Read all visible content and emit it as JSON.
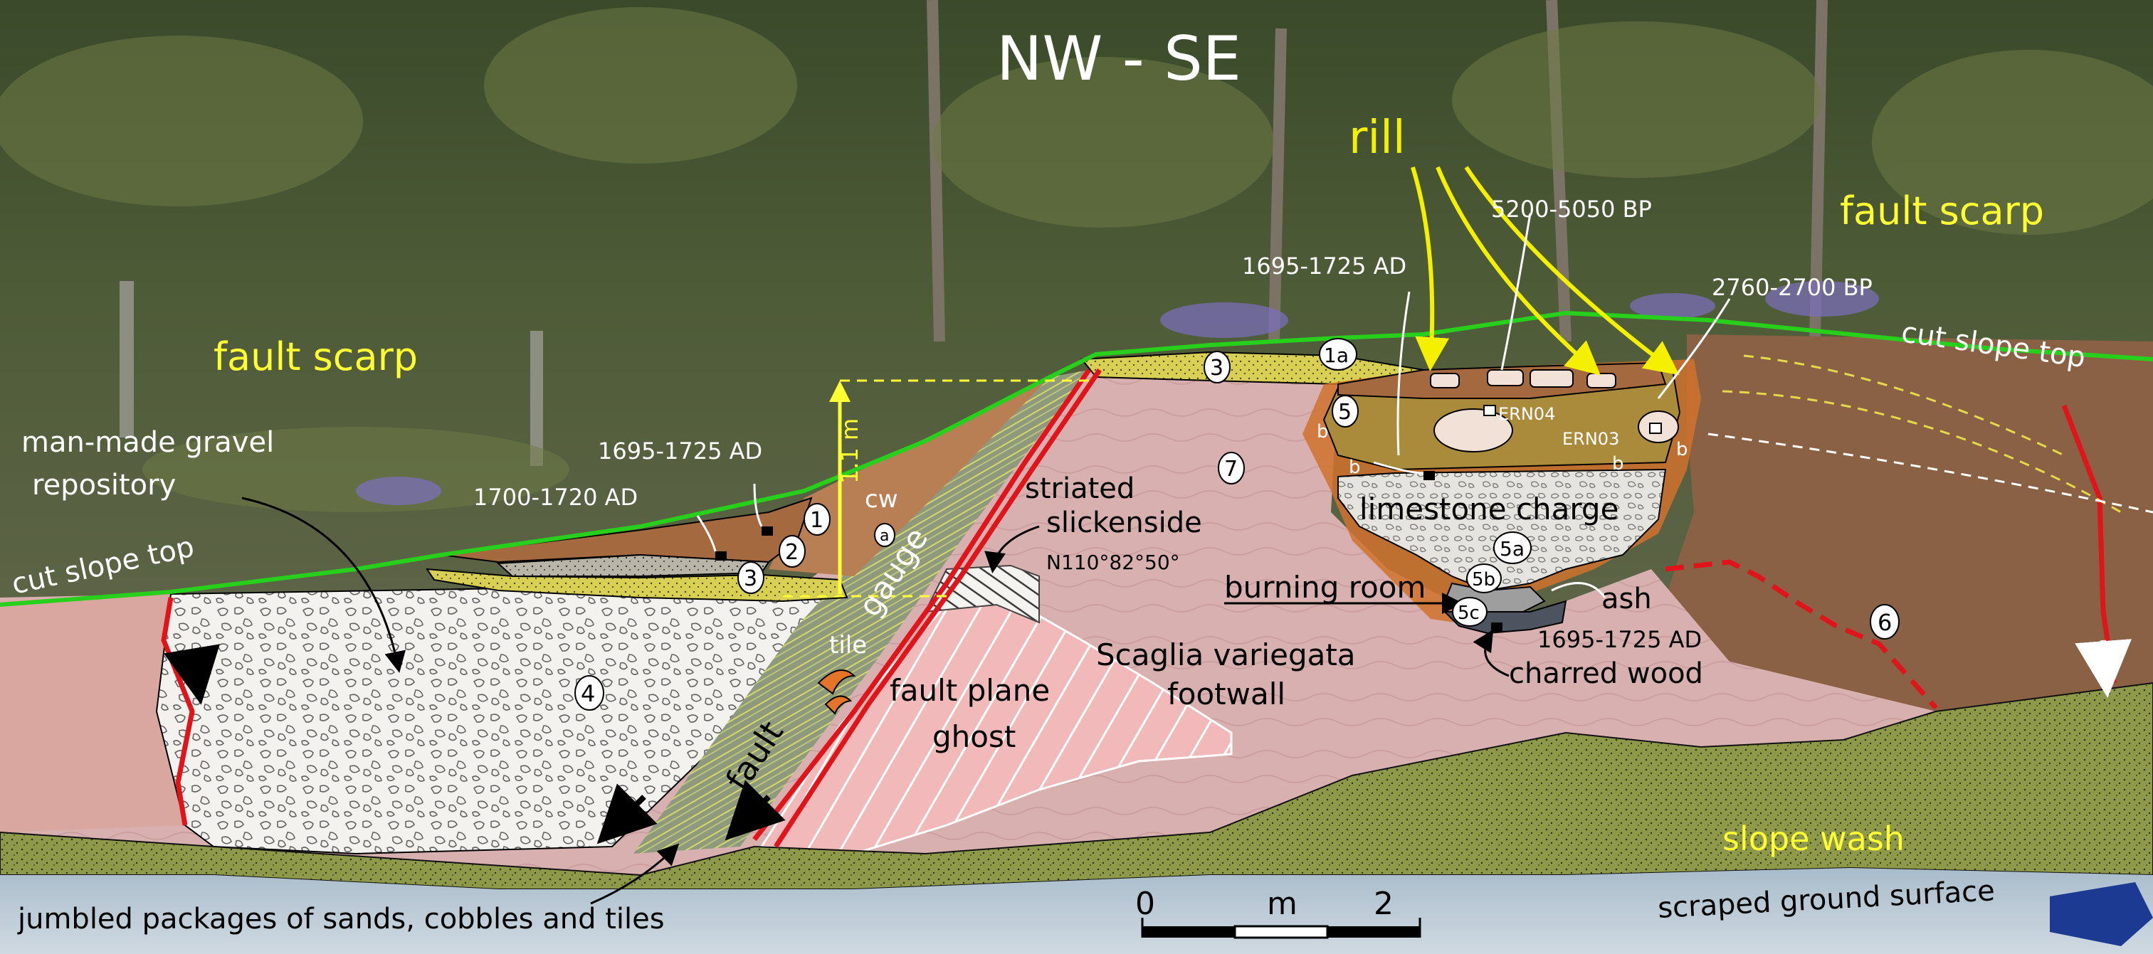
{
  "header": {
    "title": "NW - SE"
  },
  "labels": {
    "rill": "rill",
    "fault_scarp_left": "fault scarp",
    "fault_scarp_right": "fault scarp",
    "cut_slope_top_left": "cut slope top",
    "cut_slope_top_right": "cut slope top",
    "gravel_repository_line1": "man-made gravel",
    "gravel_repository_line2": "repository",
    "height_marker": "1.1 m",
    "cw": "cw",
    "gauge": "gauge",
    "fault": "fault",
    "tile": "tile",
    "striated_line1": "striated",
    "striated_line2": "slickenside",
    "strike": "N110°82°50°",
    "scaglia_line1": "Scaglia variegata",
    "scaglia_line2": "footwall",
    "fault_plane_line1": "fault plane",
    "fault_plane_line2": "ghost",
    "limestone_charge": "limestone charge",
    "burning_room": "burning room",
    "ash": "ash",
    "charred_wood": "charred wood",
    "slope_wash": "slope wash",
    "scraped_ground": "scraped ground surface",
    "jumbled": "jumbled packages of sands, cobbles and tiles",
    "sample_ern04": "ERN04",
    "sample_ern03": "ERN03",
    "sub_a": "a",
    "sub_b": "b"
  },
  "dates": {
    "d_1695_1725_left": "1695-1725 AD",
    "d_1700_1720": "1700-1720 AD",
    "d_1695_1725_top": "1695-1725 AD",
    "d_5200_5050": "5200-5050 BP",
    "d_2760_2700": "2760-2700 BP",
    "d_1695_1725_kiln": "1695-1725 AD"
  },
  "units": [
    "1",
    "1a",
    "2",
    "3",
    "3",
    "4",
    "5",
    "5a",
    "5b",
    "5c",
    "6",
    "7"
  ],
  "scale_bar": {
    "start": "0",
    "unit": "m",
    "end": "2"
  },
  "colors": {
    "fault_line": "#e0141b",
    "cut_slope_line": "#27d01a",
    "rill_arrow": "#f4f000",
    "annotation_yellow": "#ffff33",
    "slope_wash_fill": "#8e9a4a",
    "bedrock_fill": "#d9b0b0",
    "gravel_fill": "#f4f2ee",
    "colluvium_fill": "#a5693f",
    "ground_surface": "#9fb4c0"
  }
}
